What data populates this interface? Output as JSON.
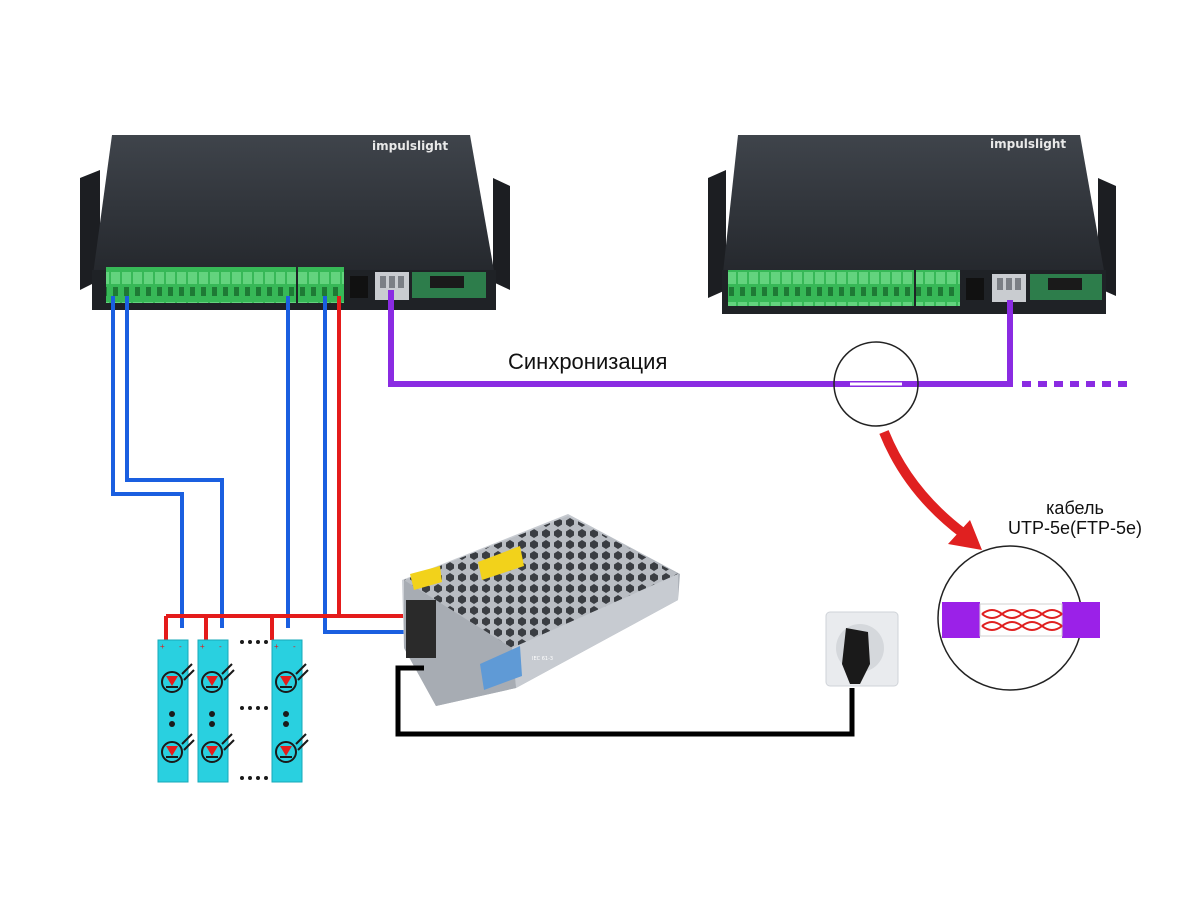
{
  "labels": {
    "sync": "Синхронизация",
    "cable_line1": "кабель",
    "cable_line2": "UTP-5e(FTP-5e)"
  },
  "controllers": [
    {
      "brand": "impulslight"
    },
    {
      "brand": "impulslight"
    }
  ],
  "psu": {
    "model_mark": "IEC 61-3"
  },
  "led_strips": {
    "count_visible": 3,
    "polarity": [
      "+",
      "-"
    ]
  },
  "colors": {
    "sync_wire": "#8a2be2",
    "signal_wire": "#1a5fe0",
    "power_positive": "#e41b1b",
    "mains_wire": "#000000",
    "zoom_arrow": "#e02020",
    "strip": "#29d0e0",
    "terminal": "#3cbf5a",
    "controller_body": "#2e3238"
  },
  "icons": [
    "led-diode-icon",
    "light-emission-icon",
    "mains-plug-icon",
    "wall-socket-icon",
    "twisted-pair-icon"
  ]
}
